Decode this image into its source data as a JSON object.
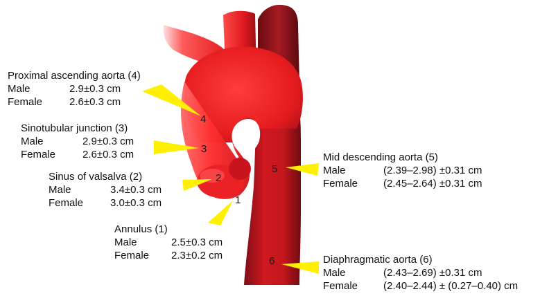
{
  "colors": {
    "aorta_light": "#ff3b3b",
    "aorta_mid": "#e21b1b",
    "aorta_dark": "#8e0f18",
    "pointer": "#ffef00"
  },
  "markers": [
    "1",
    "2",
    "3",
    "4",
    "5",
    "6"
  ],
  "labels": {
    "annulus": {
      "title": "Annulus (1)",
      "male_label": "Male",
      "male_value": "2.5±0.3 cm",
      "female_label": "Female",
      "female_value": "2.3±0.2 cm"
    },
    "sinus": {
      "title": "Sinus of valsalva (2)",
      "male_label": "Male",
      "male_value": "3.4±0.3 cm",
      "female_label": "Female",
      "female_value": "3.0±0.3 cm"
    },
    "stj": {
      "title": "Sinotubular junction (3)",
      "male_label": "Male",
      "male_value": "2.9±0.3 cm",
      "female_label": "Female",
      "female_value": "2.6±0.3 cm"
    },
    "proximal": {
      "title": "Proximal ascending aorta (4)",
      "male_label": "Male",
      "male_value": "2.9±0.3 cm",
      "female_label": "Female",
      "female_value": "2.6±0.3 cm"
    },
    "mid_desc": {
      "title": "Mid descending aorta (5)",
      "male_label": "Male",
      "male_value": "(2.39–2.98) ±0.31 cm",
      "female_label": "Female",
      "female_value": "(2.45–2.64) ±0.31 cm"
    },
    "diaphragm": {
      "title": "Diaphragmatic aorta (6)",
      "male_label": "Male",
      "male_value": "(2.43–2.69) ±0.31 cm",
      "female_label": "Female",
      "female_value": "(2.40–2.44) ± (0.27–0.40) cm"
    }
  }
}
